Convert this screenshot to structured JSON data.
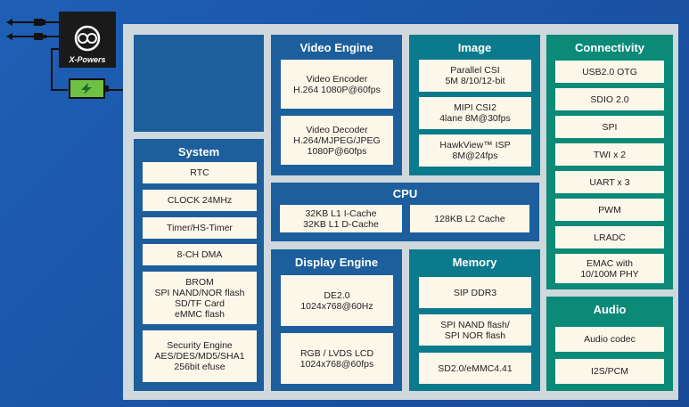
{
  "pmic": {
    "logo_text": "X-Powers"
  },
  "blocks": {
    "video": {
      "title": "Video Engine",
      "items": [
        [
          "Video Encoder",
          "H.264 1080P@60fps"
        ],
        [
          "Video Decoder",
          "H.264/MJPEG/JPEG",
          "1080P@60fps"
        ]
      ]
    },
    "image": {
      "title": "Image",
      "items": [
        [
          "Parallel CSI",
          "5M 8/10/12-bit"
        ],
        [
          "MIPI CSI2",
          "4lane 8M@30fps"
        ],
        [
          "HawkView™ ISP",
          "8M@24fps"
        ]
      ]
    },
    "connectivity": {
      "title": "Connectivity",
      "items": [
        [
          "USB2.0 OTG"
        ],
        [
          "SDIO 2.0"
        ],
        [
          "SPI"
        ],
        [
          "TWI x 2"
        ],
        [
          "UART x 3"
        ],
        [
          "PWM"
        ],
        [
          "LRADC"
        ],
        [
          "EMAC with",
          "10/100M PHY"
        ]
      ]
    },
    "system": {
      "title": "System",
      "items": [
        [
          "RTC"
        ],
        [
          "CLOCK 24MHz"
        ],
        [
          "Timer/HS-Timer"
        ],
        [
          "8-CH DMA"
        ],
        [
          "BROM",
          "SPI NAND/NOR flash",
          "SD/TF Card",
          "eMMC flash"
        ],
        [
          "Security Engine",
          "AES/DES/MD5/SHA1",
          "256bit efuse"
        ]
      ]
    },
    "cpu": {
      "title": "CPU",
      "items": [
        [
          "32KB L1 I-Cache",
          "32KB L1 D-Cache"
        ],
        [
          "128KB L2 Cache"
        ]
      ]
    },
    "display": {
      "title": "Display Engine",
      "items": [
        [
          "DE2.0",
          "1024x768@60Hz"
        ],
        [
          "RGB / LVDS LCD",
          "1024x768@60fps"
        ]
      ]
    },
    "memory": {
      "title": "Memory",
      "items": [
        [
          "SIP DDR3"
        ],
        [
          "SPI NAND flash/",
          "SPI NOR flash"
        ],
        [
          "SD2.0/eMMC4.41"
        ]
      ]
    },
    "audio": {
      "title": "Audio",
      "items": [
        [
          "Audio codec"
        ],
        [
          "I2S/PCM"
        ]
      ]
    }
  },
  "colors": {
    "background": "#1a55a8",
    "chip": "#cfd8dd",
    "blue_block": "#1c5f9c",
    "teal_block": "#0a7a8c",
    "green_block": "#0b8a78",
    "item": "#fdf7ea"
  }
}
